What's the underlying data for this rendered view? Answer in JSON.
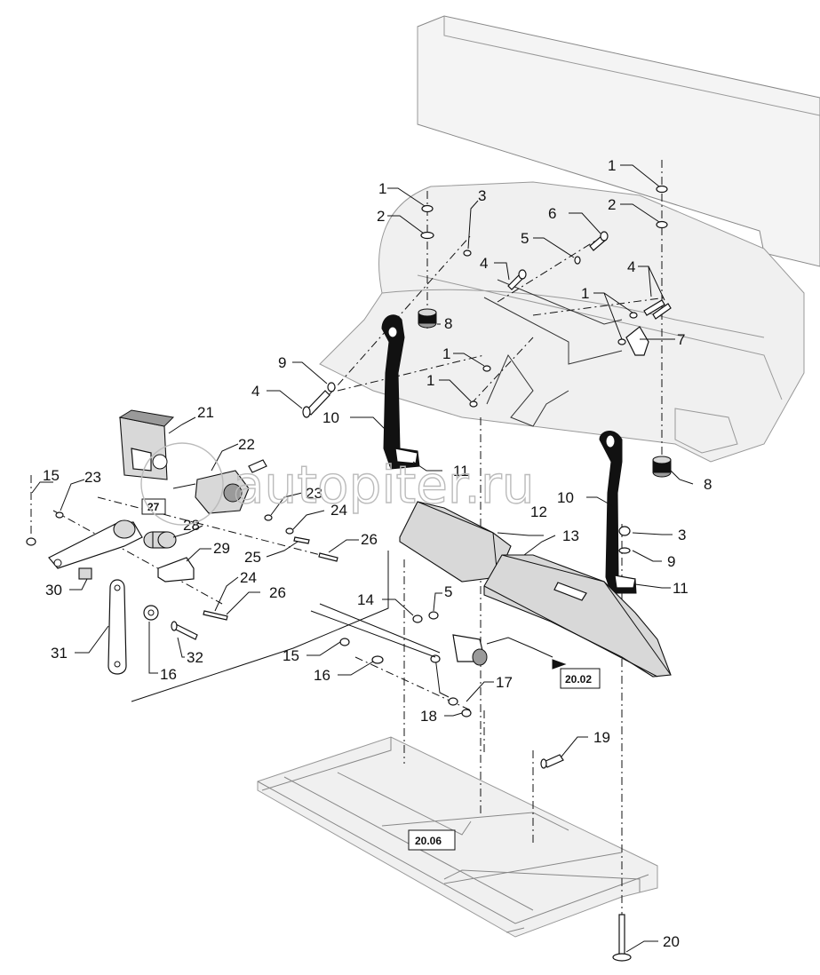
{
  "watermark": "autopiter.ru",
  "references": [
    "27",
    "20.02",
    "20.06"
  ],
  "callouts": [
    "1",
    "2",
    "3",
    "4",
    "5",
    "6",
    "7",
    "8",
    "9",
    "10",
    "11",
    "12",
    "13",
    "14",
    "15",
    "16",
    "17",
    "18",
    "19",
    "20",
    "21",
    "22",
    "23",
    "24",
    "25",
    "26",
    "28",
    "29",
    "30",
    "31",
    "32"
  ]
}
